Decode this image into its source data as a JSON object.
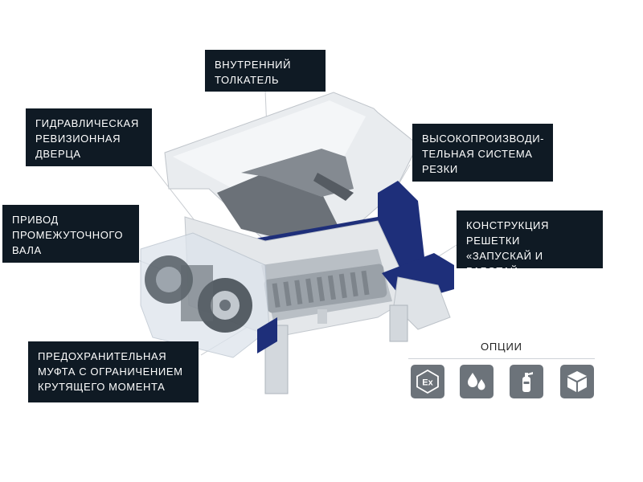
{
  "labels": {
    "inner_pusher": "ВНУТРЕННИЙ\nТОЛКАТЕЛЬ",
    "hydraulic_door": "ГИДРАВЛИЧЕСКАЯ\nРЕВИЗИОННАЯ\nДВЕРЦА",
    "cutting_system": "ВЫСОКОПРОИЗВОДИ-\nТЕЛЬНАЯ СИСТЕМА\nРЕЗКИ",
    "intermediate_drive": "ПРИВОД\nПРОМЕЖУТОЧНОГО\nВАЛА",
    "screen_design": "КОНСТРУКЦИЯ\nРЕШЕТКИ\n«ЗАПУСКАЙ И РАБОТАЙ»",
    "safety_clutch": "ПРЕДОХРАНИТЕЛЬНАЯ\nМУФТА С ОГРАНИЧЕНИЕМ\nКРУТЯЩЕГО МОМЕНТА"
  },
  "options": {
    "title": "ОПЦИИ",
    "icons": [
      "ex-icon",
      "liquid-drops-icon",
      "fire-extinguisher-icon",
      "box-icon"
    ],
    "ex_text": "Ex"
  },
  "colors": {
    "label_bg": "#0f1a24",
    "machine_blue": "#1e2f7a",
    "icon_bg": "#6c737a"
  }
}
